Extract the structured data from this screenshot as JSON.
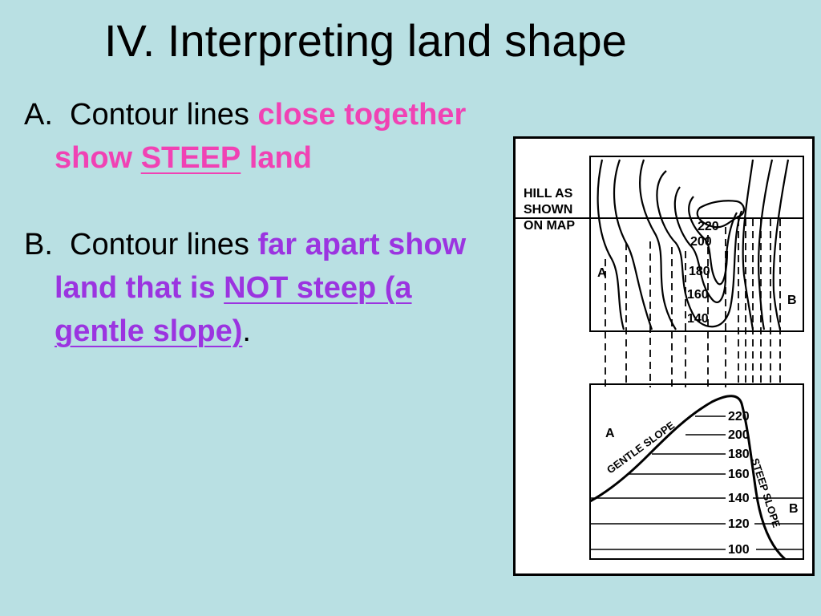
{
  "slide": {
    "title": "IV.  Interpreting land shape",
    "bullet_a": {
      "marker": "A.",
      "plain": "Contour lines",
      "emph1": "close together show",
      "emph_ul": "STEEP",
      "emph2": "land"
    },
    "bullet_b": {
      "marker": "B.",
      "plain": "Contour lines",
      "emph1": "far apart show land that is",
      "emph_ul": "NOT steep (a gentle slope)",
      "tail": "."
    },
    "colors": {
      "background": "#b9e0e3",
      "pink": "#f042b4",
      "purple": "#9b34e0"
    }
  },
  "figure": {
    "map_caption": [
      "HILL AS",
      "SHOWN",
      "ON MAP"
    ],
    "map_contours": [
      "220",
      "200",
      "180",
      "160",
      "140"
    ],
    "map_point_a": "A",
    "map_point_b": "B",
    "profile_levels": [
      "220",
      "200",
      "180",
      "160",
      "140",
      "120",
      "100"
    ],
    "profile_point_a": "A",
    "profile_point_b": "B",
    "gentle_label": "GENTLE SLOPE",
    "steep_label": "STEEP SLOPE"
  }
}
